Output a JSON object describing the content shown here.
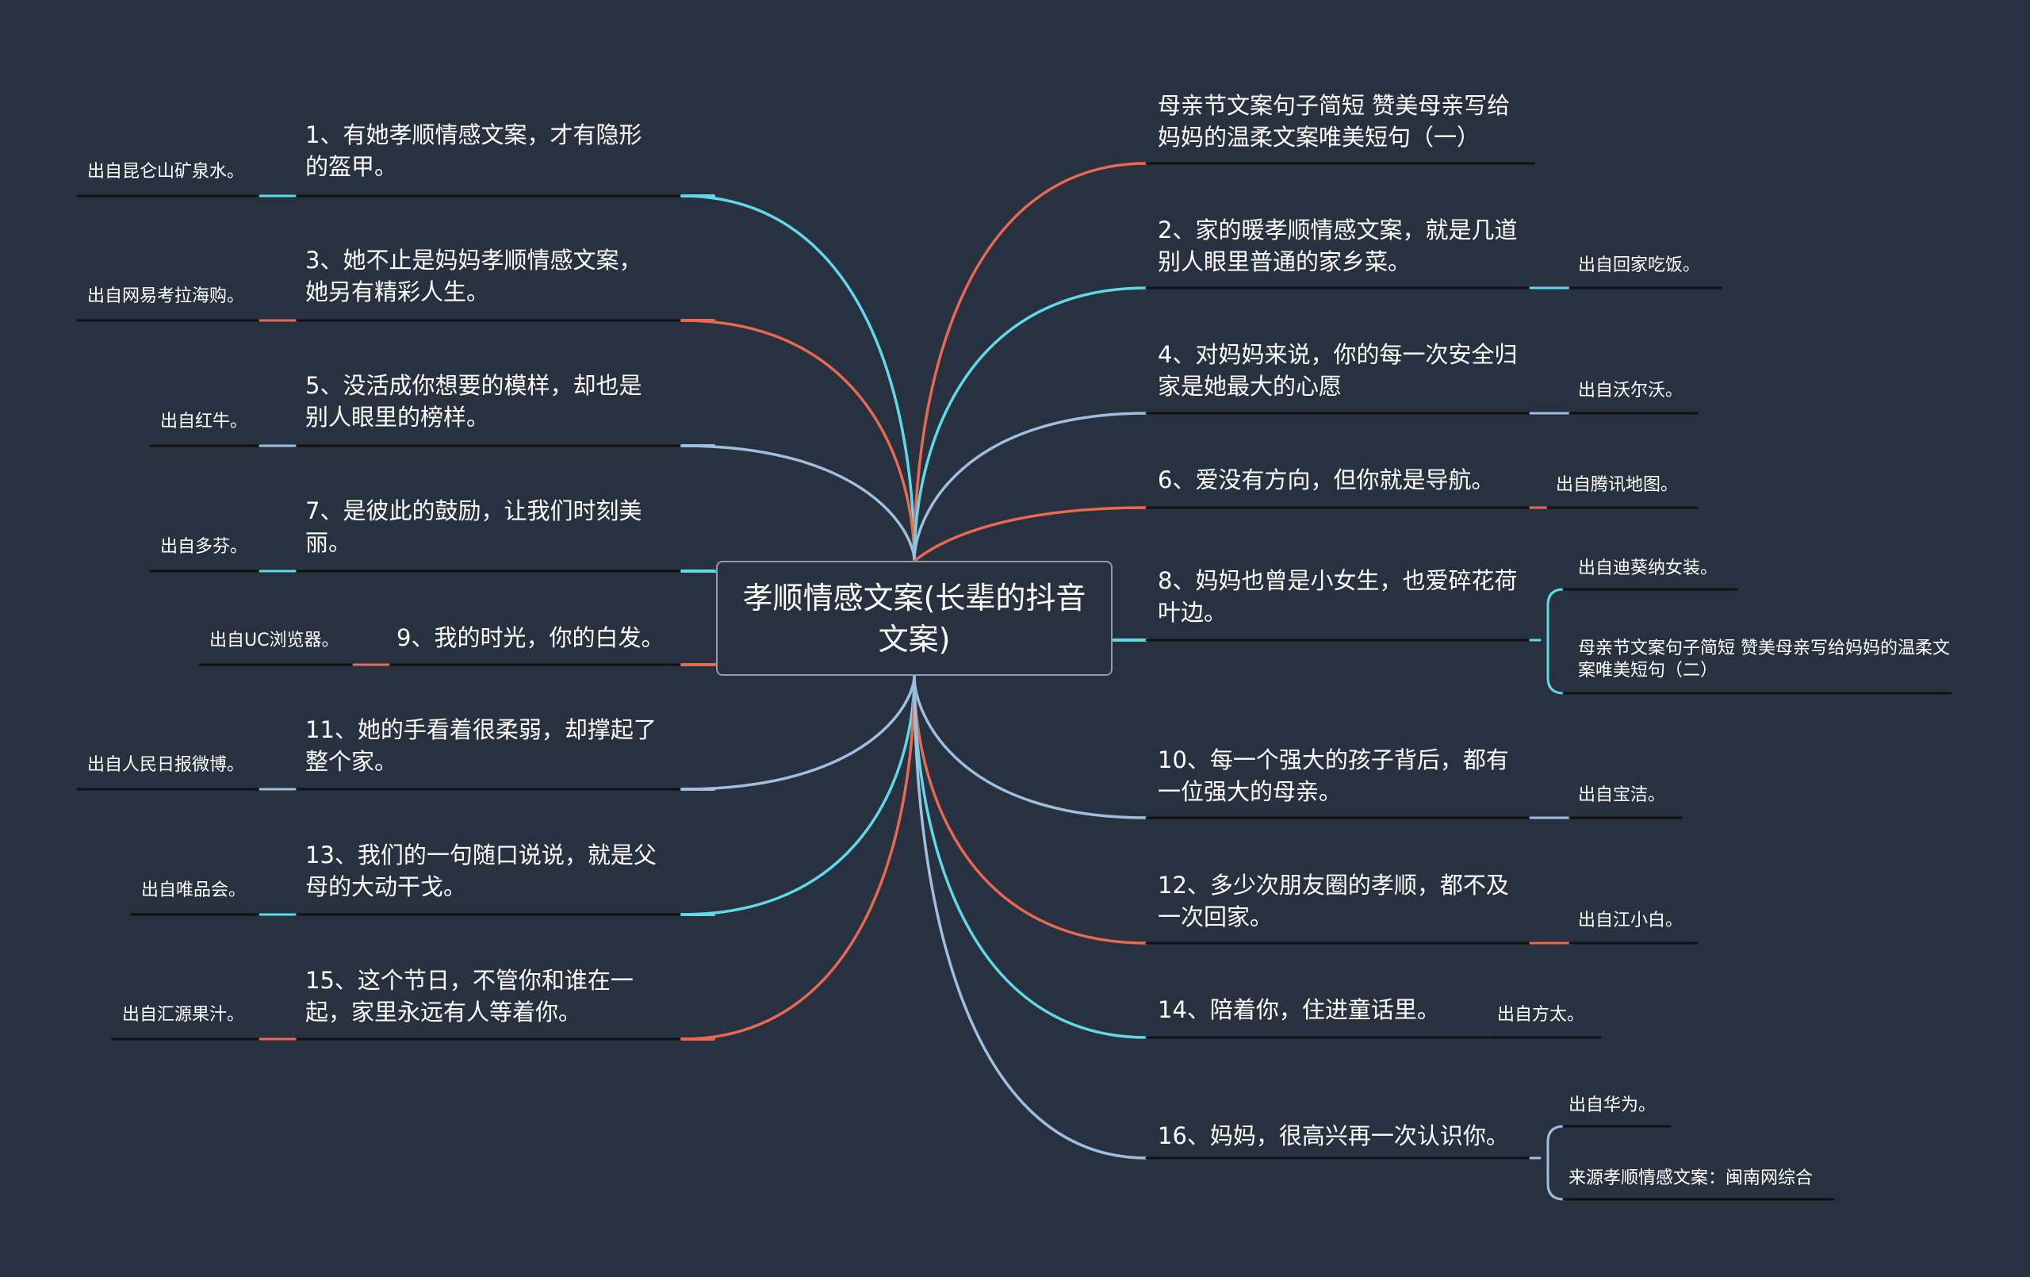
{
  "center": {
    "title": "孝顺情感文案(长辈的抖音文案)"
  },
  "colors": {
    "background": "#283140",
    "cyan": "#5fd8e8",
    "orange": "#e8694f",
    "blue": "#9ec0e0",
    "underline": "#111111"
  },
  "left": [
    {
      "text": "1、有她孝顺情感文案，才有隐形的盔甲。",
      "source": "出自昆仑山矿泉水。",
      "color": "cyan"
    },
    {
      "text": "3、她不止是妈妈孝顺情感文案，她另有精彩人生。",
      "source": "出自网易考拉海购。",
      "color": "orange"
    },
    {
      "text": "5、没活成你想要的模样，却也是别人眼里的榜样。",
      "source": "出自红牛。",
      "color": "blue"
    },
    {
      "text": "7、是彼此的鼓励，让我们时刻美丽。",
      "source": "出自多芬。",
      "color": "cyan"
    },
    {
      "text": "9、我的时光，你的白发。",
      "source": "出自UC浏览器。",
      "color": "orange"
    },
    {
      "text": "11、她的手看着很柔弱，却撑起了整个家。",
      "source": "出自人民日报微博。",
      "color": "blue"
    },
    {
      "text": "13、我们的一句随口说说，就是父母的大动干戈。",
      "source": "出自唯品会。",
      "color": "cyan"
    },
    {
      "text": "15、这个节日，不管你和谁在一起，家里永远有人等着你。",
      "source": "出自汇源果汁。",
      "color": "orange"
    }
  ],
  "right": [
    {
      "text": "母亲节文案句子简短 赞美母亲写给妈妈的温柔文案唯美短句（一）",
      "color": "orange"
    },
    {
      "text": "2、家的暖孝顺情感文案，就是几道别人眼里普通的家乡菜。",
      "sources": [
        "出自回家吃饭。"
      ],
      "color": "cyan"
    },
    {
      "text": "4、对妈妈来说，你的每一次安全归家是她最大的心愿",
      "sources": [
        "出自沃尔沃。"
      ],
      "color": "blue"
    },
    {
      "text": "6、爱没有方向，但你就是导航。",
      "sources": [
        "出自腾讯地图。"
      ],
      "color": "orange"
    },
    {
      "text": "8、妈妈也曾是小女生，也爱碎花荷叶边。",
      "sources": [
        "出自迪葵纳女装。",
        "母亲节文案句子简短 赞美母亲写给妈妈的温柔文案唯美短句（二）"
      ],
      "color": "cyan"
    },
    {
      "text": "10、每一个强大的孩子背后，都有一位强大的母亲。",
      "sources": [
        "出自宝洁。"
      ],
      "color": "blue"
    },
    {
      "text": "12、多少次朋友圈的孝顺，都不及一次回家。",
      "sources": [
        "出自江小白。"
      ],
      "color": "orange"
    },
    {
      "text": "14、陪着你，住进童话里。",
      "sources": [
        "出自方太。"
      ],
      "color": "cyan"
    },
    {
      "text": "16、妈妈，很高兴再一次认识你。",
      "sources": [
        "出自华为。",
        "来源孝顺情感文案：闽南网综合"
      ],
      "color": "blue"
    }
  ]
}
